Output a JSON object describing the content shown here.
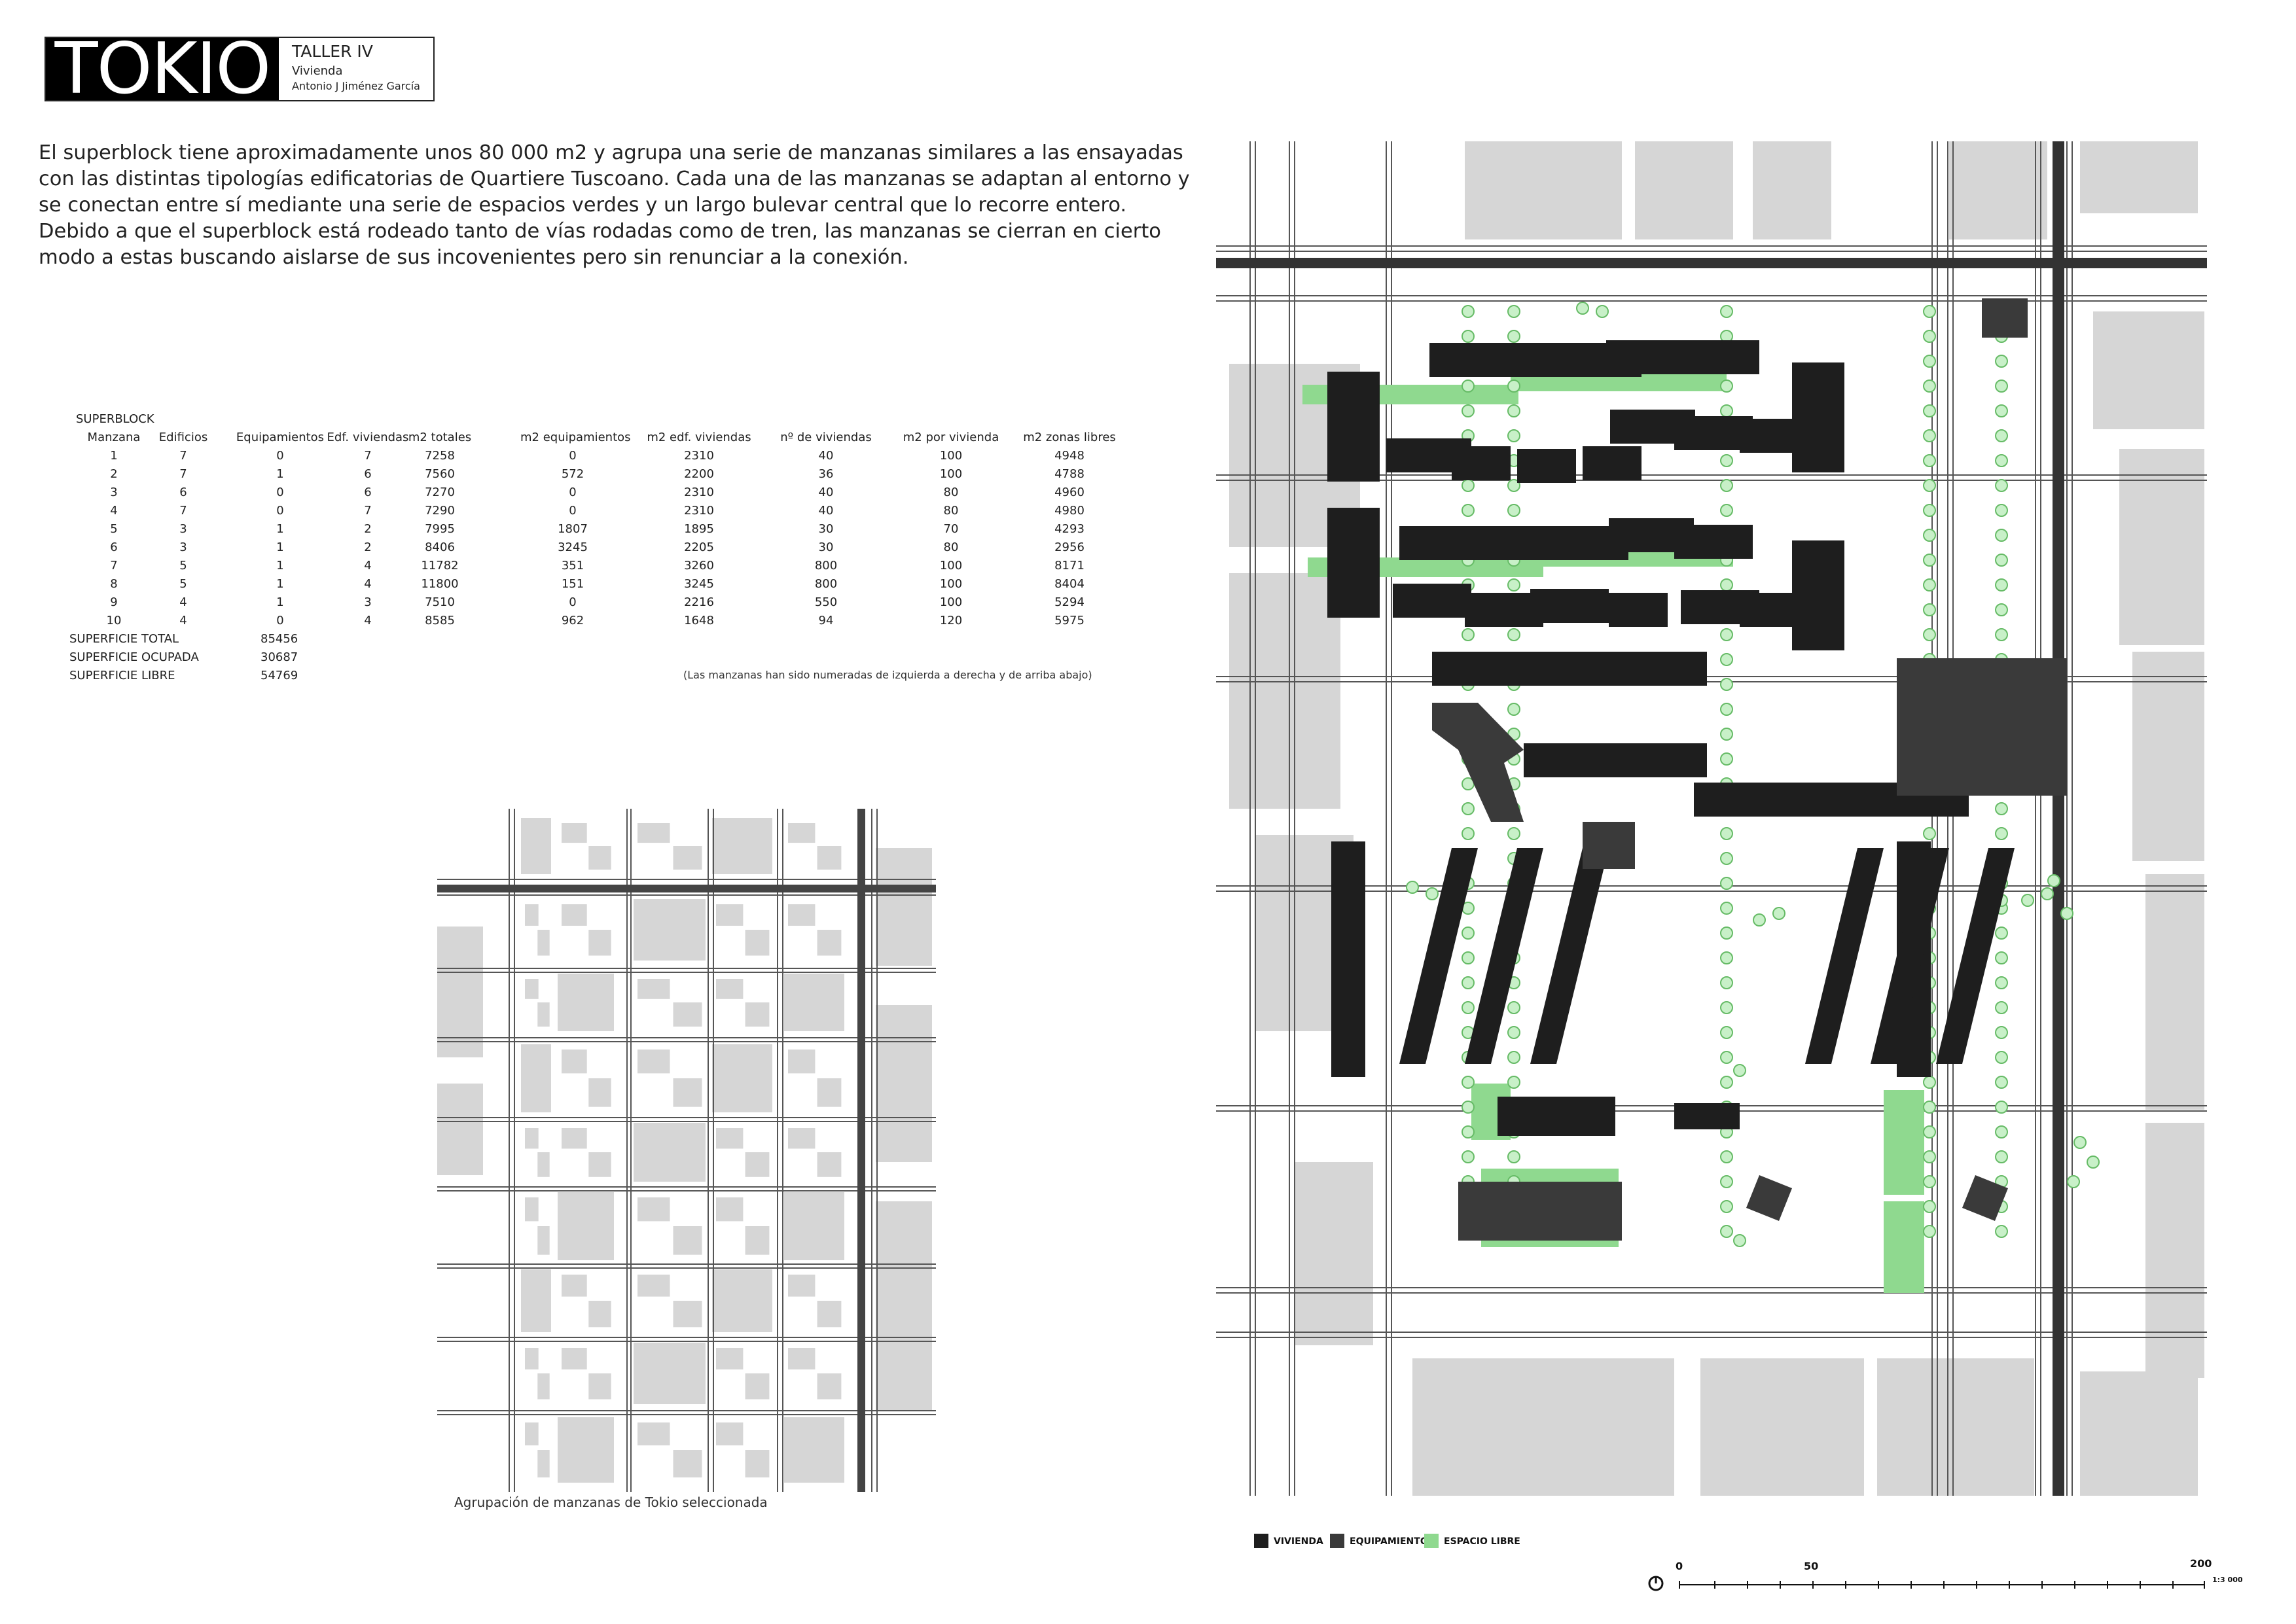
{
  "title_block": {
    "logo": "TOKIO",
    "course": "TALLER IV",
    "subject": "Vivienda",
    "author": "Antonio J Jiménez García"
  },
  "intro": "El superblock tiene aproximadamente unos 80 000 m2 y agrupa una serie de manzanas similares a las ensayadas con las distintas tipologías edificatorias de Quartiere Tuscoano. Cada una de las manzanas se adaptan al entorno y se conectan entre sí mediante una serie de espacios verdes y un largo bulevar central que lo recorre entero. Debido a que el superblock está rodeado tanto de vías rodadas como de tren, las manzanas se cierran en cierto modo a estas buscando aislarse de sus incovenientes pero sin renunciar a la conexión.",
  "table": {
    "caption": "SUPERBLOCK",
    "headers": [
      "Manzana",
      "Edificios",
      "Equipamientos",
      "Edf. viviendas",
      "m2 totales",
      "m2 equipamientos",
      "m2 edf. viviendas",
      "nº de viviendas",
      "m2 por vivienda",
      "m2 zonas libres"
    ],
    "rows": [
      [
        "1",
        "7",
        "0",
        "7",
        "7258",
        "0",
        "2310",
        "40",
        "100",
        "4948"
      ],
      [
        "2",
        "7",
        "1",
        "6",
        "7560",
        "572",
        "2200",
        "36",
        "100",
        "4788"
      ],
      [
        "3",
        "6",
        "0",
        "6",
        "7270",
        "0",
        "2310",
        "40",
        "80",
        "4960"
      ],
      [
        "4",
        "7",
        "0",
        "7",
        "7290",
        "0",
        "2310",
        "40",
        "80",
        "4980"
      ],
      [
        "5",
        "3",
        "1",
        "2",
        "7995",
        "1807",
        "1895",
        "30",
        "70",
        "4293"
      ],
      [
        "6",
        "3",
        "1",
        "2",
        "8406",
        "3245",
        "2205",
        "30",
        "80",
        "2956"
      ],
      [
        "7",
        "5",
        "1",
        "4",
        "11782",
        "351",
        "3260",
        "800",
        "100",
        "8171"
      ],
      [
        "8",
        "5",
        "1",
        "4",
        "11800",
        "151",
        "3245",
        "800",
        "100",
        "8404"
      ],
      [
        "9",
        "4",
        "1",
        "3",
        "7510",
        "0",
        "2216",
        "550",
        "100",
        "5294"
      ],
      [
        "10",
        "4",
        "0",
        "4",
        "8585",
        "962",
        "1648",
        "94",
        "120",
        "5975"
      ]
    ],
    "totals": [
      {
        "label": "SUPERFICIE TOTAL",
        "value": "85456"
      },
      {
        "label": "SUPERFICIE OCUPADA",
        "value": "30687"
      },
      {
        "label": "SUPERFICIE LIBRE",
        "value": "54769"
      }
    ],
    "note": "(Las manzanas han sido numeradas de izquierda a derecha y de arriba abajo)"
  },
  "small_map_caption": "Agrupación de manzanas de Tokio seleccionada",
  "legend": [
    {
      "label": "VIVIENDA",
      "color": "#1e1e1e"
    },
    {
      "label": "EQUIPAMIENTO",
      "color": "#3a3a3a"
    },
    {
      "label": "ESPACIO LIBRE",
      "color": "#8fd98f"
    }
  ],
  "scale_bar": {
    "start": "0",
    "mid": "50",
    "end": "200",
    "ratio": "1:3 000"
  },
  "colors": {
    "housing": "#1e1e1e",
    "facility": "#3a3a3a",
    "green": "#8fd98f",
    "context_building": "#d6d6d6",
    "road_line": "#555555"
  }
}
